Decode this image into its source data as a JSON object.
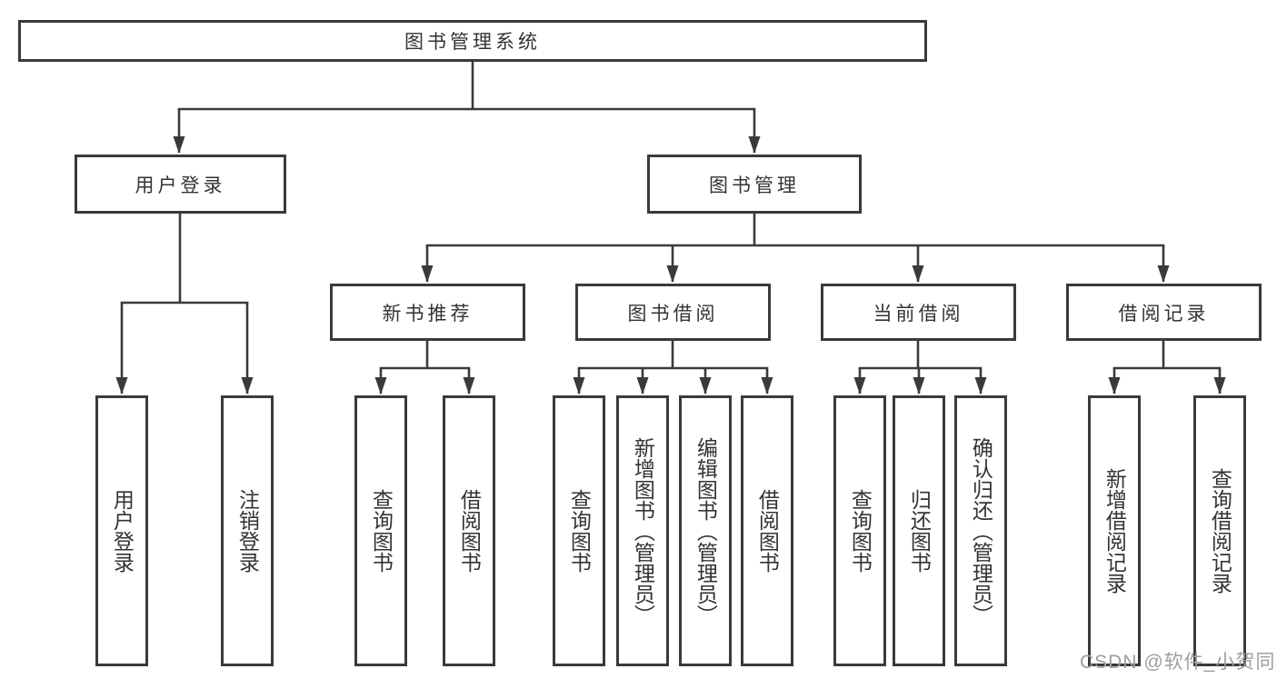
{
  "colors": {
    "line": "#3a3a3a",
    "text": "#333333",
    "watermark": "#9e9e9e",
    "background": "#ffffff"
  },
  "watermark": {
    "text": "CSDN @软件_小贺同学"
  },
  "tree": {
    "root": {
      "label": "图书管理系统"
    },
    "branches": [
      {
        "label": "用户登录",
        "children": [
          {
            "label": "用户登录"
          },
          {
            "label": "注销登录"
          }
        ]
      },
      {
        "label": "图书管理",
        "groups": [
          {
            "label": "新书推荐",
            "children": [
              {
                "label": "查询图书"
              },
              {
                "label": "借阅图书"
              }
            ]
          },
          {
            "label": "图书借阅",
            "children": [
              {
                "label": "查询图书"
              },
              {
                "label": "新增图书（管理员）"
              },
              {
                "label": "编辑图书（管理员）"
              },
              {
                "label": "借阅图书"
              }
            ]
          },
          {
            "label": "当前借阅",
            "children": [
              {
                "label": "查询图书"
              },
              {
                "label": "归还图书"
              },
              {
                "label": "确认归还（管理员）"
              }
            ]
          },
          {
            "label": "借阅记录",
            "children": [
              {
                "label": "新增借阅记录"
              },
              {
                "label": "查询借阅记录"
              }
            ]
          }
        ]
      }
    ]
  }
}
